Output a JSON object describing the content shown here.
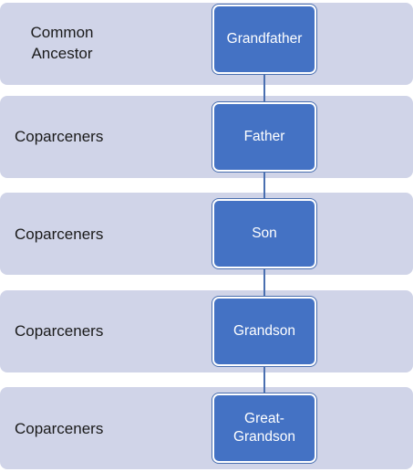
{
  "levels": [
    {
      "band_label": "Common\nAncestor",
      "node_label": "Grandfather"
    },
    {
      "band_label": "Coparceners",
      "node_label": "Father"
    },
    {
      "band_label": "Coparceners",
      "node_label": "Son"
    },
    {
      "band_label": "Coparceners",
      "node_label": "Grandson"
    },
    {
      "band_label": "Coparceners",
      "node_label": "Great-\nGrandson"
    }
  ],
  "colors": {
    "band_fill": "#d0d4e8",
    "node_fill": "#4472c4",
    "connector": "#4a6fb0"
  }
}
